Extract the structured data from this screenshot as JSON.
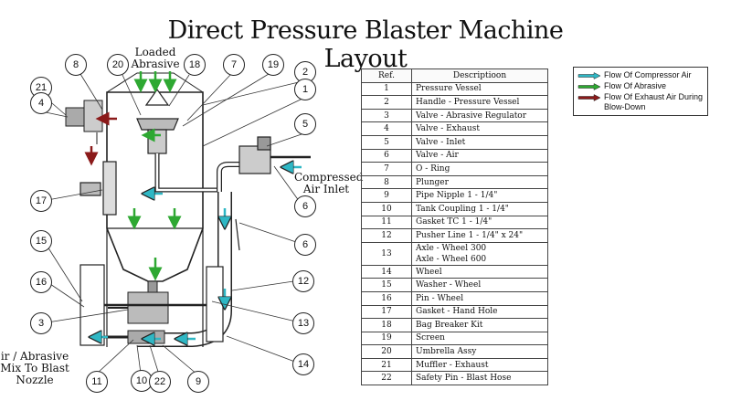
{
  "title": "Direct Pressure Blaster Machine Layout",
  "labels": {
    "loaded_abrasive": "Loaded\nAbrasive",
    "compressed_air_inlet": "Compressed\nAir Inlet",
    "mix_to_nozzle": "ir / Abrasive\nMix To Blast\nNozzle"
  },
  "callouts": [
    "8",
    "20",
    "18",
    "7",
    "19",
    "2",
    "1",
    "21",
    "4",
    "5",
    "6",
    "17",
    "6",
    "15",
    "16",
    "12",
    "3",
    "13",
    "14",
    "11",
    "10",
    "22",
    "9"
  ],
  "table": {
    "headers": [
      "Ref.",
      "Descriptioon"
    ],
    "rows": [
      {
        "ref": "1",
        "desc": "Pressure Vessel"
      },
      {
        "ref": "2",
        "desc": "Handle - Pressure Vessel"
      },
      {
        "ref": "3",
        "desc": "Valve - Abrasive Regulator"
      },
      {
        "ref": "4",
        "desc": "Valve - Exhaust"
      },
      {
        "ref": "5",
        "desc": "Valve - Inlet"
      },
      {
        "ref": "6",
        "desc": "Valve - Air"
      },
      {
        "ref": "7",
        "desc": "O - Ring"
      },
      {
        "ref": "8",
        "desc": "Plunger"
      },
      {
        "ref": "9",
        "desc": "Pipe Nipple 1 - 1/4\""
      },
      {
        "ref": "10",
        "desc": "Tank Coupling 1 - 1/4\""
      },
      {
        "ref": "11",
        "desc": "Gasket TC 1 - 1/4\""
      },
      {
        "ref": "12",
        "desc": "Pusher Line 1 - 1/4\" x 24\""
      },
      {
        "ref": "13",
        "desc": "Axle - Wheel 300\nAxle - Wheel 600"
      },
      {
        "ref": "14",
        "desc": "Wheel"
      },
      {
        "ref": "15",
        "desc": "Washer - Wheel"
      },
      {
        "ref": "16",
        "desc": "Pin - Wheel"
      },
      {
        "ref": "17",
        "desc": "Gasket - Hand Hole"
      },
      {
        "ref": "18",
        "desc": "Bag Breaker Kit"
      },
      {
        "ref": "19",
        "desc": "Screen"
      },
      {
        "ref": "20",
        "desc": "Umbrella Assy"
      },
      {
        "ref": "21",
        "desc": "Muffler - Exhaust"
      },
      {
        "ref": "22",
        "desc": "Safety Pin - Blast Hose"
      }
    ]
  },
  "legend": [
    {
      "label": "Flow Of Compressor Air",
      "color": "#2fb7c4"
    },
    {
      "label": "Flow Of Abrasive",
      "color": "#2ea832"
    },
    {
      "label": "Flow Of Exhaust Air During Blow-Down",
      "color": "#8b1a1a"
    }
  ],
  "colors": {
    "air": "#2fb7c4",
    "abrasive": "#2ea832",
    "exhaust": "#8b1a1a",
    "line": "#222222"
  }
}
